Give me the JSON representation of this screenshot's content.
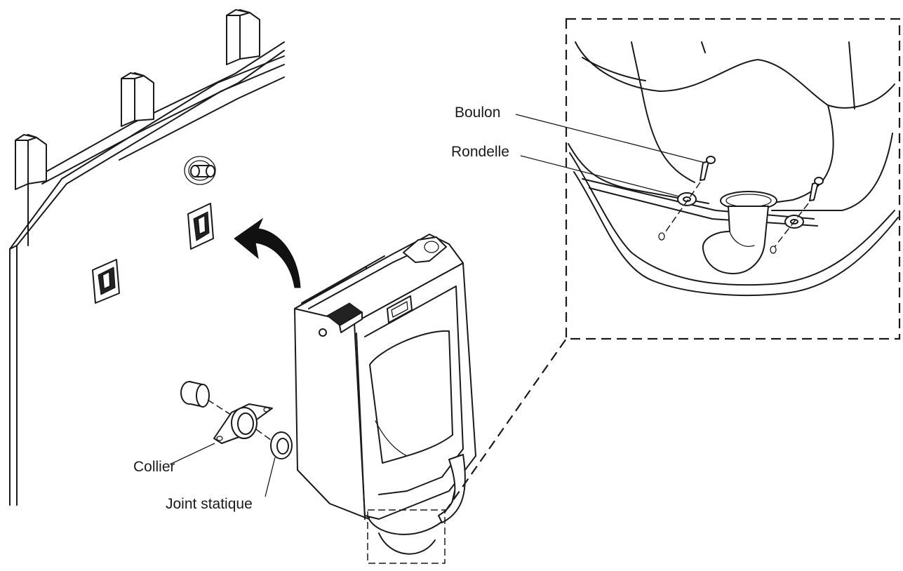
{
  "labels": {
    "boulon": "Boulon",
    "rondelle": "Rondelle",
    "collier": "Collier",
    "joint_statique": "Joint statique"
  }
}
